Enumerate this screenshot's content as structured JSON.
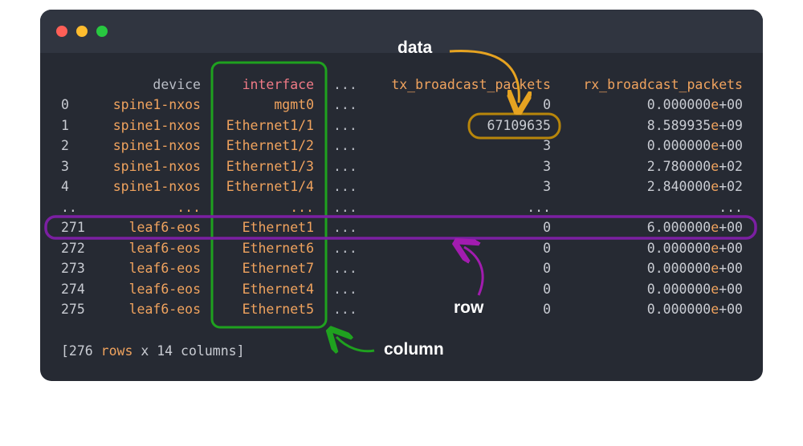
{
  "window": {
    "controls": [
      "close",
      "minimize",
      "maximize"
    ]
  },
  "table": {
    "header": {
      "device": "device",
      "interface": "interface",
      "ellipsis": "...",
      "tx": "tx_broadcast_packets",
      "rx": "rx_broadcast_packets"
    },
    "rows": [
      {
        "idx": "0",
        "device": "spine1-nxos",
        "interface": "mgmt0",
        "ellipsis": "...",
        "tx": "0",
        "rx_mant": "0.000000",
        "rx_e": "e",
        "rx_exp": "+00"
      },
      {
        "idx": "1",
        "device": "spine1-nxos",
        "interface": "Ethernet1/1",
        "ellipsis": "...",
        "tx": "67109635",
        "rx_mant": "8.589935",
        "rx_e": "e",
        "rx_exp": "+09"
      },
      {
        "idx": "2",
        "device": "spine1-nxos",
        "interface": "Ethernet1/2",
        "ellipsis": "...",
        "tx": "3",
        "rx_mant": "0.000000",
        "rx_e": "e",
        "rx_exp": "+00"
      },
      {
        "idx": "3",
        "device": "spine1-nxos",
        "interface": "Ethernet1/3",
        "ellipsis": "...",
        "tx": "3",
        "rx_mant": "2.780000",
        "rx_e": "e",
        "rx_exp": "+02"
      },
      {
        "idx": "4",
        "device": "spine1-nxos",
        "interface": "Ethernet1/4",
        "ellipsis": "...",
        "tx": "3",
        "rx_mant": "2.840000",
        "rx_e": "e",
        "rx_exp": "+02"
      },
      {
        "idx": "..",
        "device": "...",
        "interface": "...",
        "ellipsis": "...",
        "tx": "...",
        "rx_mant": "...",
        "rx_e": "",
        "rx_exp": ""
      },
      {
        "idx": "271",
        "device": "leaf6-eos",
        "interface": "Ethernet1",
        "ellipsis": "...",
        "tx": "0",
        "rx_mant": "6.000000",
        "rx_e": "e",
        "rx_exp": "+00"
      },
      {
        "idx": "272",
        "device": "leaf6-eos",
        "interface": "Ethernet6",
        "ellipsis": "...",
        "tx": "0",
        "rx_mant": "0.000000",
        "rx_e": "e",
        "rx_exp": "+00"
      },
      {
        "idx": "273",
        "device": "leaf6-eos",
        "interface": "Ethernet7",
        "ellipsis": "...",
        "tx": "0",
        "rx_mant": "0.000000",
        "rx_e": "e",
        "rx_exp": "+00"
      },
      {
        "idx": "274",
        "device": "leaf6-eos",
        "interface": "Ethernet4",
        "ellipsis": "...",
        "tx": "0",
        "rx_mant": "0.000000",
        "rx_e": "e",
        "rx_exp": "+00"
      },
      {
        "idx": "275",
        "device": "leaf6-eos",
        "interface": "Ethernet5",
        "ellipsis": "...",
        "tx": "0",
        "rx_mant": "0.000000",
        "rx_e": "e",
        "rx_exp": "+00"
      }
    ],
    "summary": {
      "open": "[276 ",
      "rows_word": "rows",
      "x_word": " x ",
      "cols": "14 columns]"
    }
  },
  "annotations": {
    "data": "data",
    "row": "row",
    "column": "column"
  },
  "colors": {
    "data": "#e6a321",
    "row": "#a21caf",
    "column": "#1fa11f",
    "background": "#262a33",
    "text_orange": "#f0a35e",
    "header_pink": "#f07a86"
  }
}
